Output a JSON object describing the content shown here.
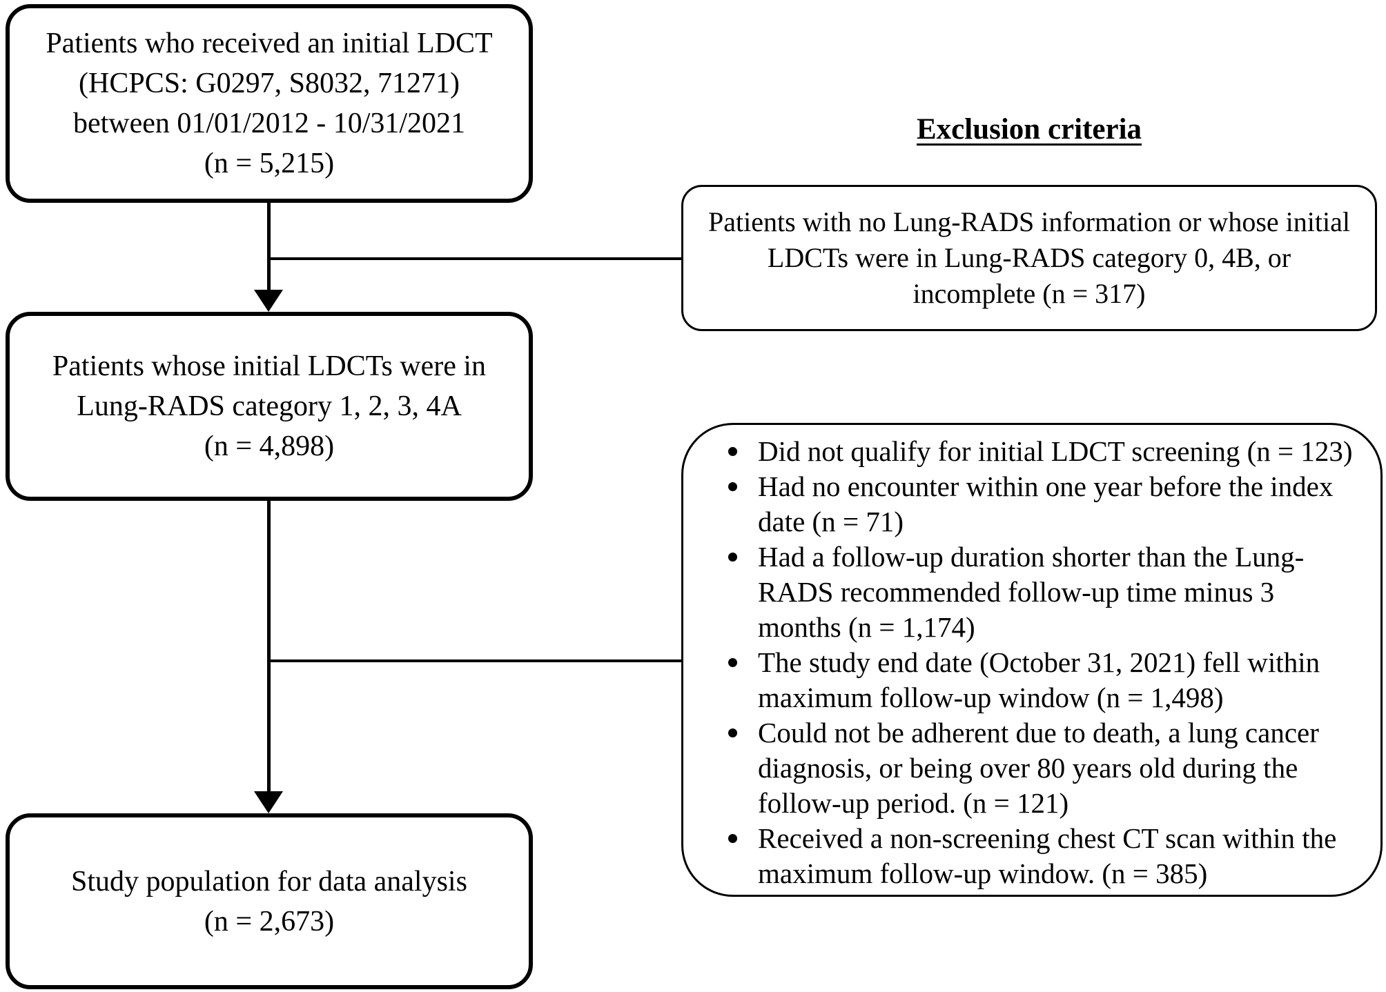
{
  "figure": {
    "type": "patient-flow-diagram",
    "background_color": "#ffffff",
    "line_color": "#000000",
    "text_color": "#000000"
  },
  "flow_boxes": [
    {
      "name": "initial-ldct",
      "lines": [
        "Patients who received an initial LDCT",
        "(HCPCS: G0297, S8032, 71271)",
        "between 01/01/2012 - 10/31/2021",
        "(n = 5,215)"
      ]
    },
    {
      "name": "lung-rads-category-1-2-3-4a",
      "lines": [
        "Patients whose initial LDCTs were in",
        "Lung-RADS category 1, 2, 3, 4A",
        "(n = 4,898)"
      ]
    },
    {
      "name": "study-population",
      "lines": [
        "Study population for data analysis",
        "(n = 2,673)"
      ]
    }
  ],
  "exclusion": {
    "header": "Exclusion criteria",
    "box1": {
      "lines": [
        "Patients with no Lung-RADS information or whose initial",
        "LDCTs were in Lung-RADS category 0, 4B, or",
        "incomplete (n = 317)"
      ]
    },
    "box2": {
      "bullets": [
        {
          "lines": [
            "Did not qualify for initial LDCT screening (n = 123)"
          ]
        },
        {
          "lines": [
            "Had no encounter within one year before the index",
            "date (n = 71)"
          ]
        },
        {
          "lines": [
            "Had a follow-up duration shorter than the Lung-",
            "RADS recommended follow-up time minus 3",
            "months (n = 1,174)"
          ]
        },
        {
          "lines": [
            "The study end date (October 31, 2021) fell within",
            "maximum follow-up window (n = 1,498)"
          ]
        },
        {
          "lines": [
            "Could not be adherent due to death, a lung cancer",
            "diagnosis, or being over 80 years old during the",
            "follow-up period. (n = 121)"
          ]
        },
        {
          "lines": [
            "Received a non-screening chest CT scan within the",
            "maximum follow-up window. (n = 385)"
          ]
        }
      ]
    }
  }
}
